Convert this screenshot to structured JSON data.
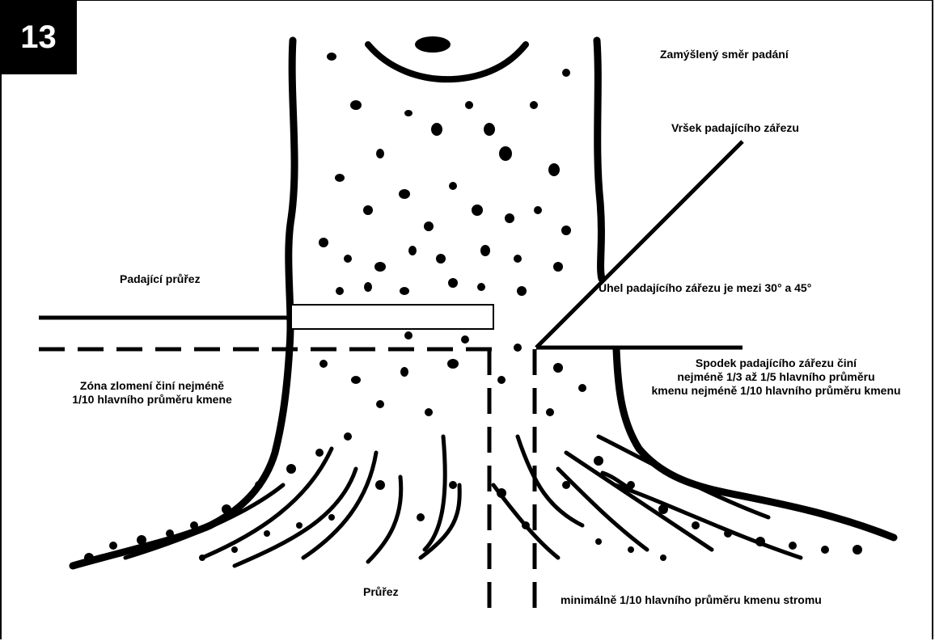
{
  "figure": {
    "number": "13"
  },
  "labels": {
    "intended_direction": "Zamýšlený směr padání",
    "notch_top": "Vršek padajícího zářezu",
    "felling_cut": "Padající průřez",
    "notch_angle": "Úhel padajícího zářezu je mezi 30° a 45°",
    "notch_bottom_line1": "Spodek padajícího zářezu činí",
    "notch_bottom_line2": "nejméně 1/3 až 1/5 hlavního průměru",
    "notch_bottom_line3": "kmenu nejméně 1/10 hlavního průměru kmenu",
    "hinge_zone_line1": "Zóna zlomení činí nejméně",
    "hinge_zone_line2": "1/10 hlavního průměru kmene",
    "cross_section": "Průřez",
    "minimum_note": "minimálně 1/10 hlavního průměru kmenu stromu"
  },
  "colors": {
    "ink": "#000000",
    "paper": "#ffffff"
  }
}
